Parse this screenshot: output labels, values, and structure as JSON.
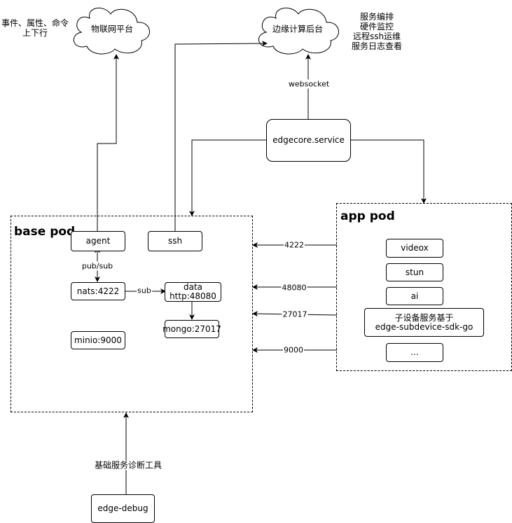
{
  "clouds": {
    "iot_platform": "物联网平台",
    "edge_backend": "边缘计算后台"
  },
  "notes": {
    "iot_note": "事件、属性、命令\n上下行",
    "edge_note": "服务编排\n硬件监控\n远程ssh运维\n服务日志查看"
  },
  "nodes": {
    "edgecore": "edgecore.service",
    "agent": "agent",
    "ssh": "ssh",
    "nats": "nats:4222",
    "data": "data\nhttp:48080",
    "mongo": "mongo:27017",
    "minio": "minio:9000",
    "videox": "videox",
    "stun": "stun",
    "ai": "ai",
    "subdevice": "子设备服务基于\nedge-subdevice-sdk-go",
    "more": "...",
    "edge_debug": "edge-debug"
  },
  "pods": {
    "base_pod": "base pod",
    "app_pod": "app pod"
  },
  "edge_labels": {
    "websocket": "websocket",
    "pubsub": "pub/sub",
    "sub": "sub",
    "port_4222": "4222",
    "port_48080": "48080",
    "port_27017": "27017",
    "port_9000": "9000",
    "debug_tool": "基础服务诊断工具"
  }
}
